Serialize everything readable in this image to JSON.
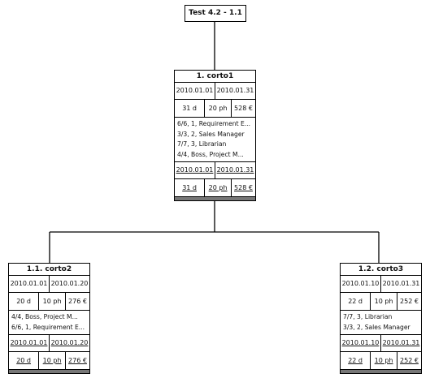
{
  "root": {
    "title": "Test 4.2 - 1.1"
  },
  "nodes": {
    "corto1": {
      "title": "1. corto1",
      "planned": {
        "start": "2010.01.01",
        "end": "2010.01.31",
        "duration": "31 d",
        "work": "20 ph",
        "cost": "528 €"
      },
      "resources": [
        "6/6, 1, Requirement E...",
        "3/3, 2, Sales Manager",
        "7/7, 3, Librarian",
        "4/4, Boss, Project M..."
      ],
      "actual": {
        "start": "2010.01.01",
        "end": "2010.01.31",
        "duration": "31 d",
        "work": "20 ph",
        "cost": "528 €"
      }
    },
    "corto2": {
      "title": "1.1. corto2",
      "planned": {
        "start": "2010.01.01",
        "end": "2010.01.20",
        "duration": "20 d",
        "work": "10 ph",
        "cost": "276 €"
      },
      "resources": [
        "4/4, Boss, Project M...",
        "6/6, 1, Requirement E..."
      ],
      "actual": {
        "start": "2010.01.01",
        "end": "2010.01.20",
        "duration": "20 d",
        "work": "10 ph",
        "cost": "276 €"
      }
    },
    "corto3": {
      "title": "1.2. corto3",
      "planned": {
        "start": "2010.01.10",
        "end": "2010.01.31",
        "duration": "22 d",
        "work": "10 ph",
        "cost": "252 €"
      },
      "resources": [
        "7/7, 3, Librarian",
        "3/3, 2, Sales Manager"
      ],
      "actual": {
        "start": "2010.01.10",
        "end": "2010.01.31",
        "duration": "22 d",
        "work": "10 ph",
        "cost": "252 €"
      }
    }
  }
}
